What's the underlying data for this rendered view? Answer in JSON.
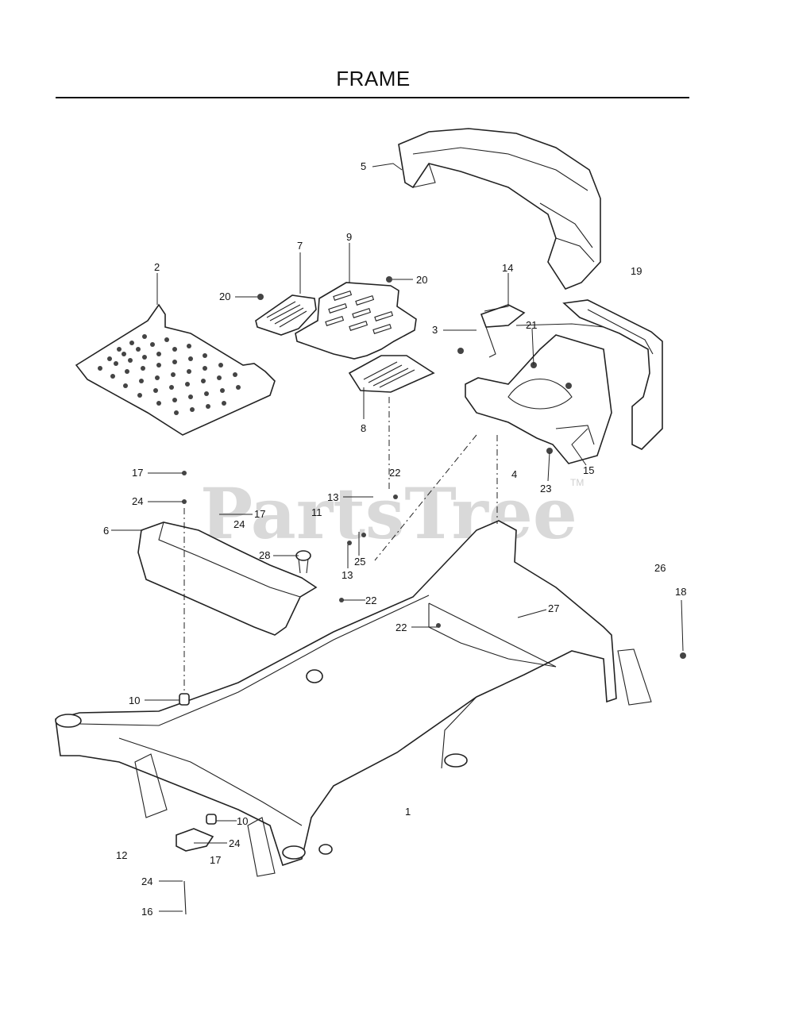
{
  "page": {
    "title": "FRAME"
  },
  "watermark": {
    "text": "PartsTree",
    "mark": "TM"
  },
  "callouts": {
    "c1": "1",
    "c2": "2",
    "c3": "3",
    "c4": "4",
    "c5": "5",
    "c6": "6",
    "c7": "7",
    "c8": "8",
    "c9": "9",
    "c10a": "10",
    "c10b": "10",
    "c11": "11",
    "c12": "12",
    "c13a": "13",
    "c13b": "13",
    "c14": "14",
    "c15": "15",
    "c16": "16",
    "c17a": "17",
    "c17b": "17",
    "c18": "18",
    "c19": "19",
    "c20a": "20",
    "c20b": "20",
    "c21": "21",
    "c22a": "22",
    "c22b": "22",
    "c22c": "22",
    "c23": "23",
    "c24a": "24",
    "c24b": "24",
    "c24c": "24",
    "c24d": "24",
    "c25": "25",
    "c26": "26",
    "c27": "27",
    "c28": "28"
  }
}
